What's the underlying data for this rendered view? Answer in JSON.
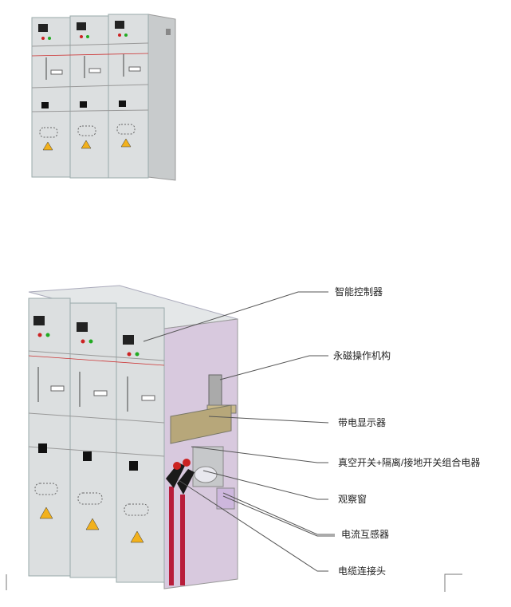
{
  "labels": {
    "controller": "智能控制器",
    "actuator": "永磁操作机构",
    "live_display": "带电显示器",
    "combo_switch": "真空开关+隔离/接地开关组合电器",
    "window": "观察窗",
    "ct": "电流互感器",
    "cable_head": "电缆连接头"
  },
  "colors": {
    "panel": "#d9dcdc",
    "panel_dark": "#b9bdbe",
    "side_panel": "#d8c9de",
    "cable": "#b81d3a",
    "cable_sleeve": "#1a1a1a",
    "warning": "#f2b11c",
    "leader_line": "#555555"
  }
}
